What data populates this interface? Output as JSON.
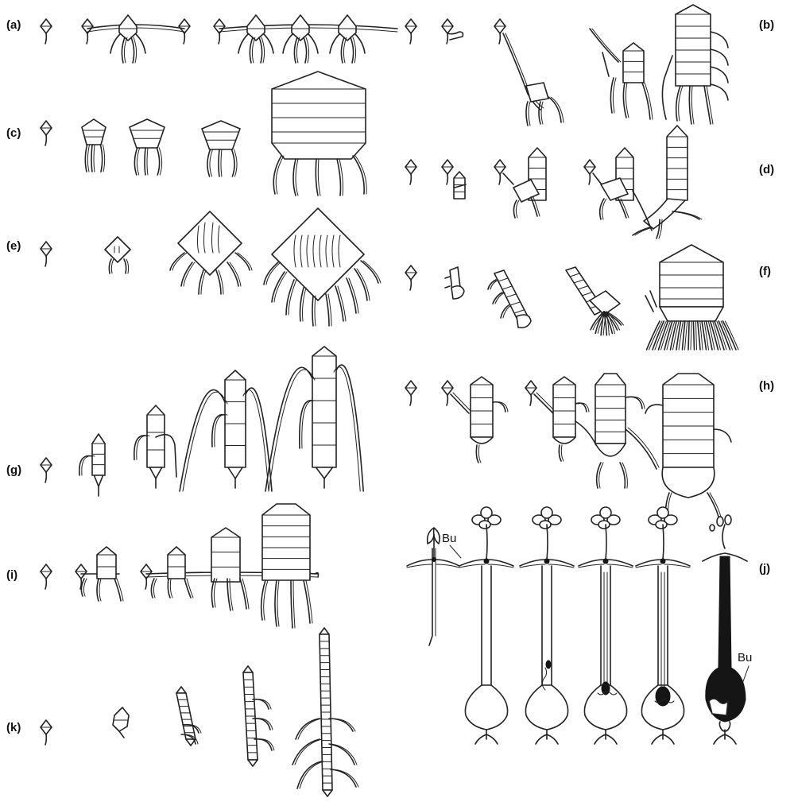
{
  "figure": {
    "panels": [
      {
        "id": "a",
        "label": "(a)"
      },
      {
        "id": "b",
        "label": "(b)"
      },
      {
        "id": "c",
        "label": "(c)"
      },
      {
        "id": "d",
        "label": "(d)"
      },
      {
        "id": "e",
        "label": "(e)"
      },
      {
        "id": "f",
        "label": "(f)"
      },
      {
        "id": "g",
        "label": "(g)"
      },
      {
        "id": "h",
        "label": "(h)"
      },
      {
        "id": "i",
        "label": "(i)"
      },
      {
        "id": "j",
        "label": "(j)"
      },
      {
        "id": "k",
        "label": "(k)"
      }
    ],
    "annotations": {
      "bud_top": "Bu",
      "bud_bottom": "Bu"
    }
  }
}
